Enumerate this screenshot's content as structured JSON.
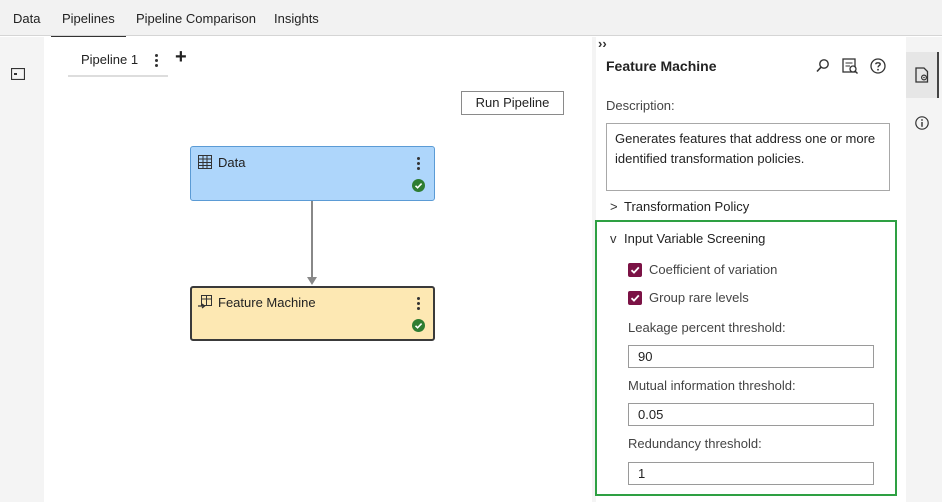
{
  "tabs": [
    {
      "label": "Data"
    },
    {
      "label": "Pipelines"
    },
    {
      "label": "Pipeline Comparison"
    },
    {
      "label": "Insights"
    }
  ],
  "active_tab": "Pipelines",
  "pipeline_tab": {
    "label": "Pipeline 1",
    "add_label": "+"
  },
  "toolbar": {
    "run_label": "Run Pipeline"
  },
  "nodes": [
    {
      "label": "Data",
      "status": "completed"
    },
    {
      "label": "Feature Machine",
      "status": "completed"
    }
  ],
  "panel": {
    "collapse_label": "››",
    "title": "Feature Machine",
    "description_label": "Description:",
    "description": "Generates features that address one or more identified transformation policies.",
    "sections": {
      "transformation_policy": {
        "label": "Transformation Policy",
        "expanded": false
      },
      "input_variable_screening": {
        "label": "Input Variable Screening",
        "expanded": true,
        "checkboxes": [
          {
            "label": "Coefficient of variation",
            "checked": true
          },
          {
            "label": "Group rare levels",
            "checked": true
          }
        ],
        "fields": [
          {
            "label": "Leakage percent threshold:",
            "value": "90"
          },
          {
            "label": "Mutual information threshold:",
            "value": "0.05"
          },
          {
            "label": "Redundancy threshold:",
            "value": "1"
          }
        ]
      }
    }
  },
  "colors": {
    "accent_checkbox": "#7b1245",
    "highlight_border": "#2ea043",
    "data_node": "#aed6fb",
    "feature_node": "#fde8b3",
    "status_ok": "#2e7d32"
  }
}
